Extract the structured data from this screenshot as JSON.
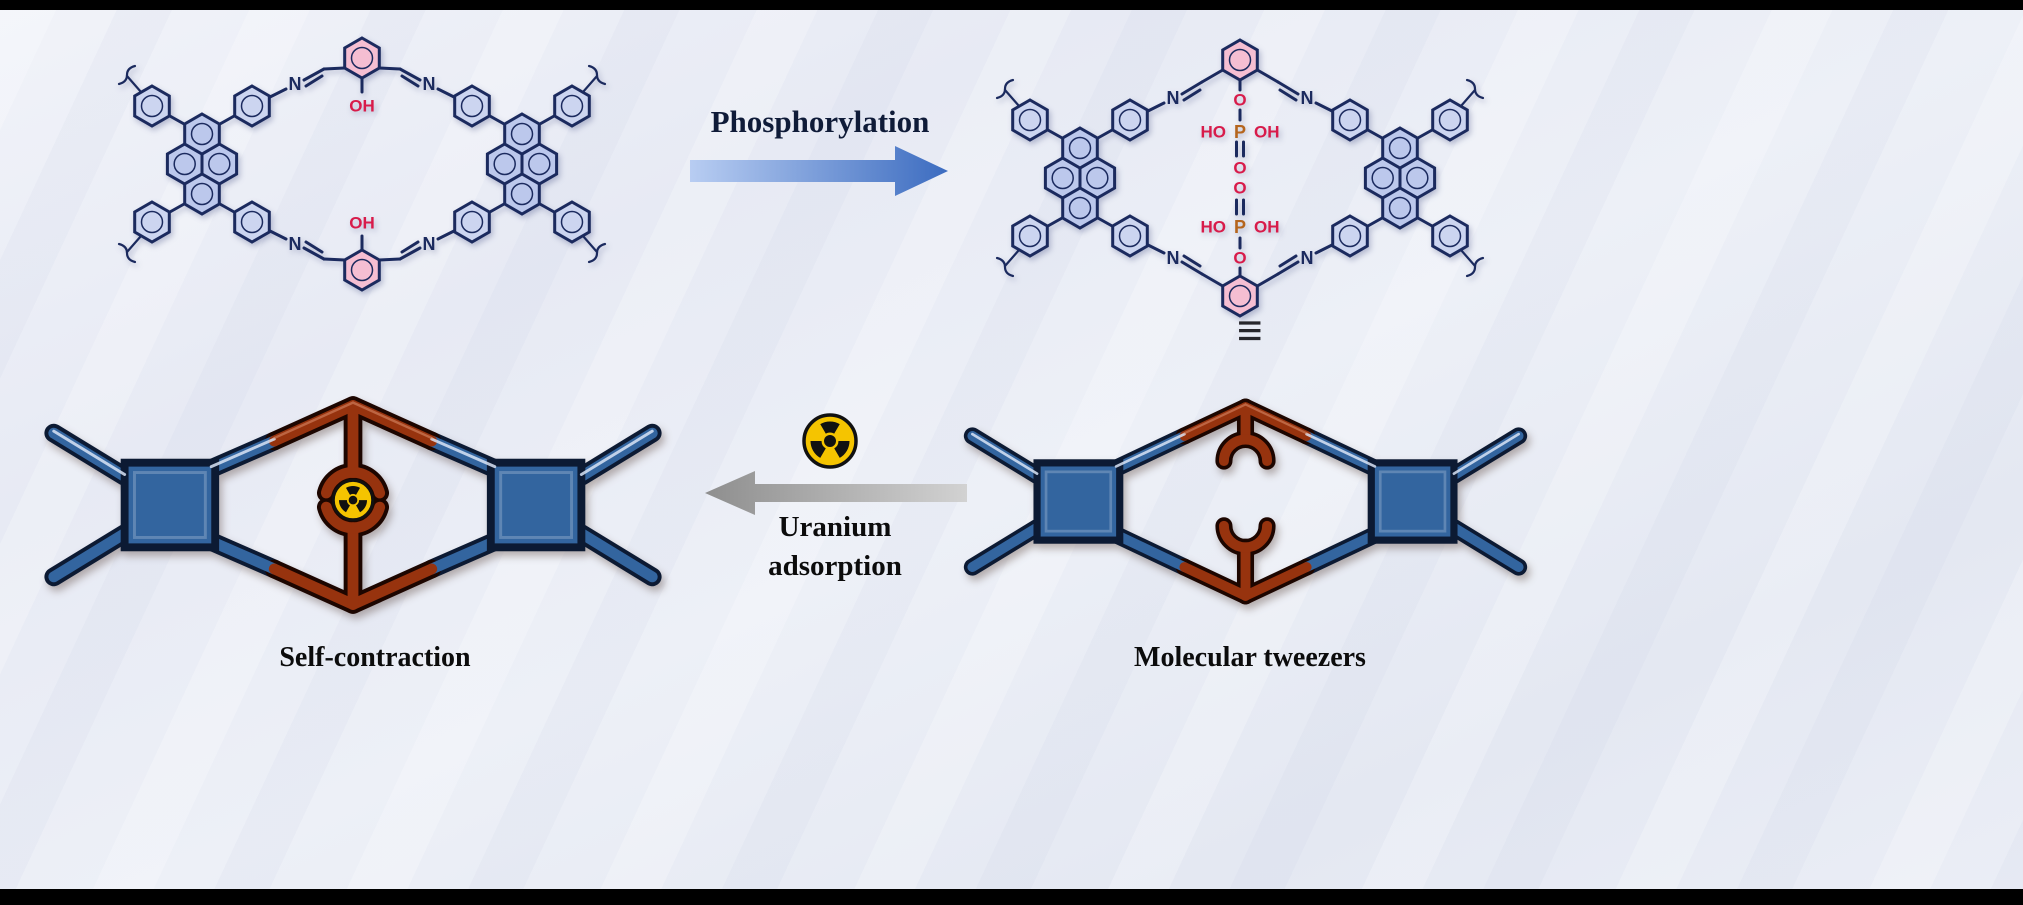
{
  "figure": {
    "type": "graphical-abstract",
    "background_color": "#e8ebf4"
  },
  "colors": {
    "navy_outline": "#1b2a5e",
    "pyrene_fill": "#bcc8ec",
    "phenyl_fill": "#ccd5f0",
    "salicyl_ring_fill": "#f5bed2",
    "oxygen_red": "#d81b4a",
    "phosphorus_orange": "#b5651d",
    "blue_member": "#33659f",
    "red_member": "#97330e",
    "radiation_yellow": "#f5c400",
    "arrow_blue": "#3c6cc0",
    "arrow_gray": "#9a9a9a",
    "letterbox": "#000000"
  },
  "top_section": {
    "reaction_label": "Phosphorylation",
    "equivalence_symbol": "≡",
    "atom_labels": {
      "imine_nitrogen": "N",
      "hydroxyl": "OH",
      "ester_oxygen": "O",
      "phosphoryl_oxygen": "O",
      "phosphonic_ho": "HO",
      "phosphonic_oh": "OH",
      "phosphorus": "P"
    }
  },
  "bottom_section": {
    "process_label_line1": "Uranium",
    "process_label_line2": "adsorption",
    "left_caption": "Self-contraction",
    "right_caption": "Molecular tweezers",
    "radiation_icon": "radiation-trefoil"
  }
}
